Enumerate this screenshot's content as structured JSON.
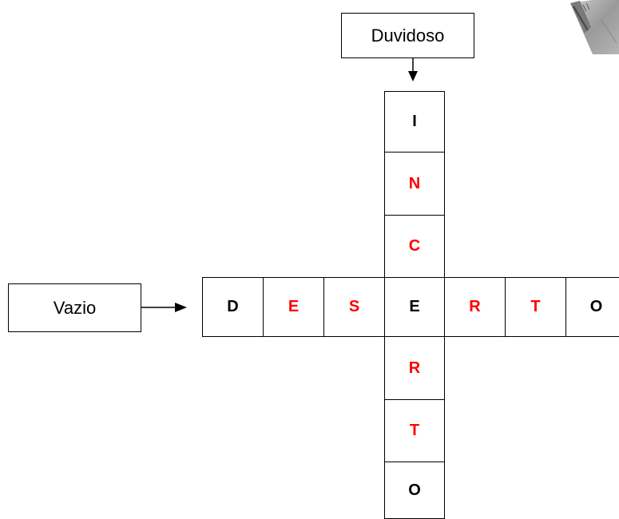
{
  "clues": {
    "down": "Duvidoso",
    "across": "Vazio"
  },
  "vertical_word": {
    "letters": [
      "I",
      "N",
      "C",
      "E",
      "R",
      "T",
      "O"
    ],
    "colors": [
      "#000000",
      "#ff0000",
      "#ff0000",
      "#000000",
      "#ff0000",
      "#ff0000",
      "#000000"
    ]
  },
  "horizontal_word": {
    "letters": [
      "D",
      "E",
      "S",
      "E",
      "R",
      "T",
      "O"
    ],
    "colors": [
      "#000000",
      "#ff0000",
      "#ff0000",
      "#000000",
      "#ff0000",
      "#ff0000",
      "#000000"
    ]
  },
  "icons": {
    "down_arrow": "arrow-down-icon",
    "right_arrow": "arrow-right-icon",
    "corner_picture": "gray-sketch-image"
  }
}
